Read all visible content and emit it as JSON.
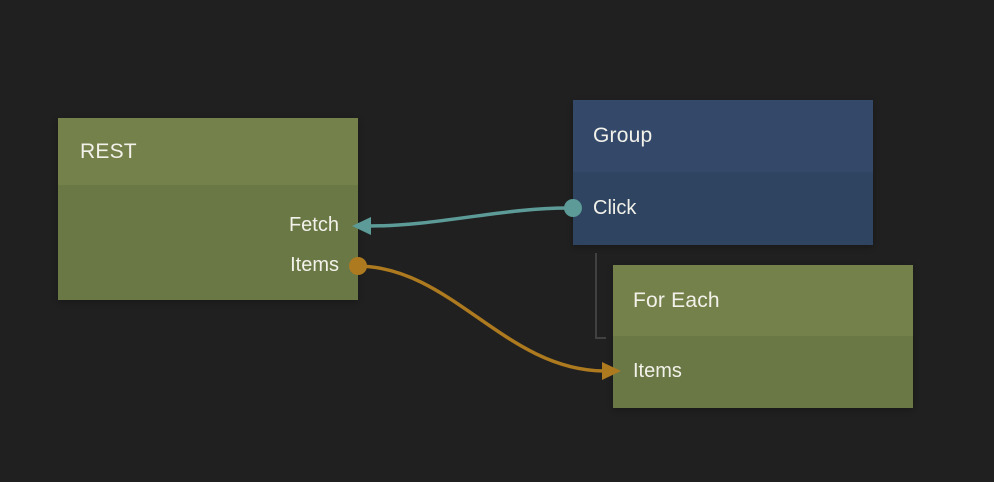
{
  "editor": {
    "kind": "node-graph-editor"
  },
  "colors": {
    "background": "#202020",
    "olive_header": "#75814A",
    "olive_body": "#6A7845",
    "blue_header": "#34496A",
    "blue_body": "#2E4460",
    "teal_connection": "#5C9B97",
    "orange_connection": "#AD7A1F",
    "guide_line": "#414141",
    "node_text": "#F2F1EA"
  },
  "nodes": {
    "rest": {
      "title": "REST",
      "ports": {
        "fetch": "Fetch",
        "items": "Items"
      }
    },
    "group": {
      "title": "Group",
      "ports": {
        "click": "Click"
      }
    },
    "for_each": {
      "title": "For Each",
      "ports": {
        "items": "Items"
      }
    }
  },
  "connections": [
    {
      "from": "Group.Click",
      "to": "REST.Fetch",
      "color": "#5C9B97"
    },
    {
      "from": "REST.Items",
      "to": "For Each.Items",
      "color": "#AD7A1F"
    }
  ]
}
